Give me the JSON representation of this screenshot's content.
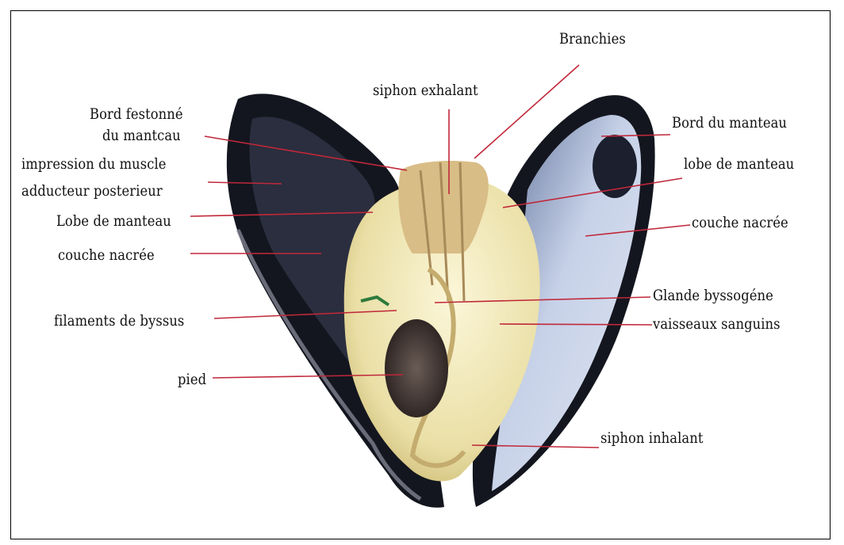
{
  "labels": {
    "branchies": "Branchies",
    "siphon_exhalant": "siphon exhalant",
    "bord_festonne_1": "Bord festonné",
    "bord_festonne_2": "du mantcau",
    "impression_1": "impression du muscle",
    "impression_2": "adducteur posterieur",
    "lobe_manteau_left": "Lobe de manteau",
    "couche_nacree_left": "couche nacrée",
    "filaments": "filaments de byssus",
    "pied": "pied",
    "bord_manteau": "Bord du manteau",
    "lobe_manteau_right": "lobe de manteau",
    "couche_nacree_right": "couche nacrée",
    "glande": "Glande byssogéne",
    "vaisseaux": "vaisseaux sanguins",
    "siphon_inhalant": "siphon inhalant"
  },
  "colors": {
    "leader_line": "#c0283a",
    "shell_dark": "#14161f",
    "nacre": "#c9d4e6",
    "flesh": "#efe6b4",
    "foot": "#3b2f2a"
  }
}
